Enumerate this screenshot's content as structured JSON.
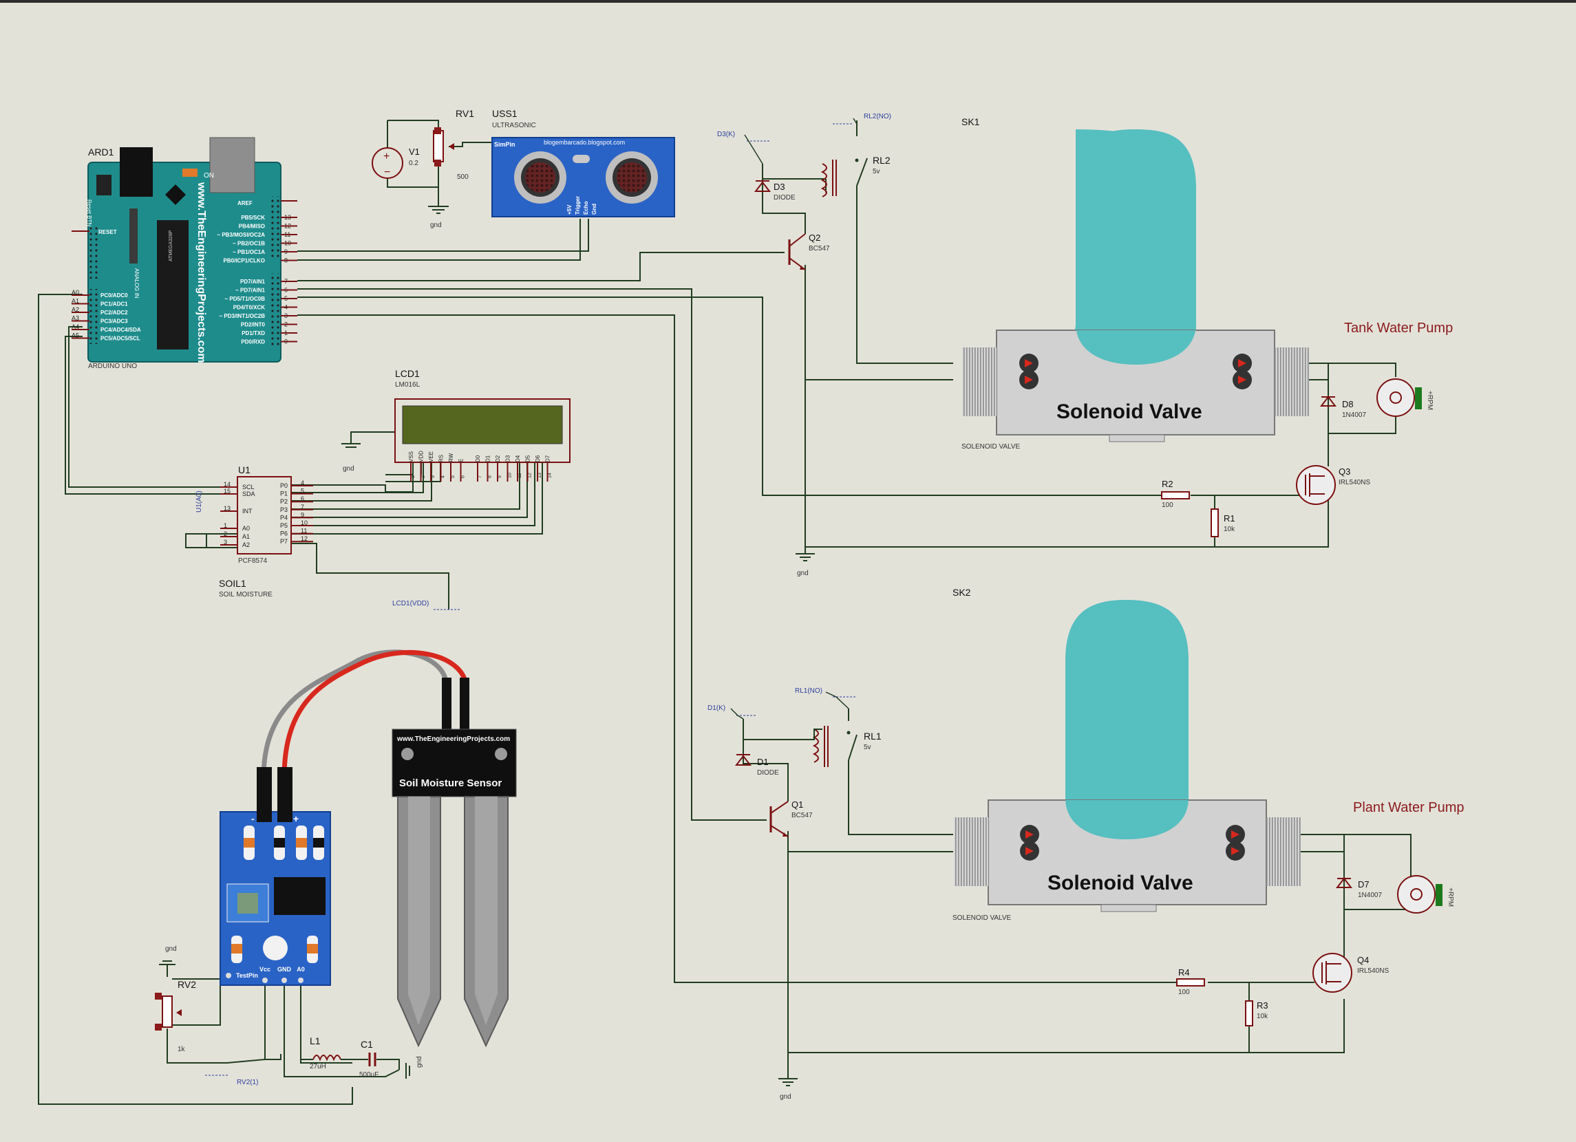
{
  "components": {
    "ard1": {
      "ref": "ARD1",
      "sub": "ARDUINO UNO",
      "brand": "www.TheEngineeringProjects.com",
      "chip": "ATMEGA328P",
      "analog": "ANALOG IN",
      "on": "ON",
      "reset_btn": "Reset BTN",
      "aref": "AREF",
      "reset": "RESET",
      "right_pins_b": [
        "PB5/SCK",
        "PB4/MISO",
        "~ PB3/MOSI/OC2A",
        "~ PB2/OC1B",
        "~ PB1/OC1A",
        "PB0/ICP1/CLKO"
      ],
      "right_nums_b": [
        "13",
        "12",
        "11",
        "10",
        "9",
        "8"
      ],
      "right_pins_d": [
        "PD7/AIN1",
        "~ PD7/AIN1",
        "~ PD5/T1/OC0B",
        "PD4/T0/XCK",
        "~ PD3/INT1/OC2B",
        "PD2/INT0",
        "PD1/TXD",
        "PD0/RXD"
      ],
      "right_nums_d": [
        "7",
        "6",
        "5",
        "4",
        "3",
        "2",
        "1",
        "0"
      ],
      "left_pins": [
        "PC0/ADC0",
        "PC1/ADC1",
        "PC2/ADC2",
        "PC3/ADC3",
        "PC4/ADC4/SDA",
        "PC5/ADC5/SCL"
      ],
      "left_nums": [
        "A0",
        "A1",
        "A2",
        "A3",
        "A4",
        "A5"
      ]
    },
    "rv1": {
      "ref": "RV1",
      "value": "500"
    },
    "v1": {
      "ref": "V1",
      "value": "0.2"
    },
    "uss1": {
      "ref": "USS1",
      "sub": "ULTRASONIC",
      "site": "blogembarcado.blogspot.com",
      "simpin": "SimPin",
      "pins": [
        "+5V",
        "Trigger",
        "Echo",
        "Gnd"
      ]
    },
    "gnd": "gnd",
    "lcd1": {
      "ref": "LCD1",
      "sub": "LM016L",
      "pins": [
        "VSS",
        "VDD",
        "VEE",
        "RS",
        "RW",
        "E",
        "D0",
        "D1",
        "D2",
        "D3",
        "D4",
        "D5",
        "D6",
        "D7"
      ],
      "nums": [
        "1",
        "2",
        "3",
        "4",
        "5",
        "6",
        "7",
        "8",
        "9",
        "10",
        "11",
        "12",
        "13",
        "14"
      ]
    },
    "u1": {
      "ref": "U1",
      "sub": "PCF8574",
      "left": [
        "SCL",
        "SDA",
        "INT",
        "A0",
        "A1",
        "A2"
      ],
      "left_nums": [
        "14",
        "15",
        "13",
        "1",
        "2",
        "3"
      ],
      "right": [
        "P0",
        "P1",
        "P2",
        "P3",
        "P4",
        "P5",
        "P6",
        "P7"
      ],
      "right_nums": [
        "4",
        "5",
        "6",
        "7",
        "9",
        "10",
        "11",
        "12"
      ],
      "term": "U1(A0)"
    },
    "soil1": {
      "ref": "SOIL1",
      "sub": "SOIL MOISTURE",
      "brand": "www.TheEngineeringProjects.com",
      "title": "Soil Moisture Sensor",
      "testpin": "TestPin",
      "pins": [
        "Vcc",
        "GND",
        "A0"
      ],
      "minus": "-",
      "plus": "+"
    },
    "lcd_vdd": "LCD1(VDD)",
    "rv2": {
      "ref": "RV2",
      "value": "1k",
      "term": "RV2(1)"
    },
    "l1": {
      "ref": "L1",
      "value": "27uH"
    },
    "c1": {
      "ref": "C1",
      "value": "500uF"
    },
    "sk1": {
      "ref": "SK1",
      "valve": "Solenoid Valve",
      "sub": "SOLENOID VALVE"
    },
    "sk2": {
      "ref": "SK2",
      "valve": "Solenoid Valve",
      "sub": "SOLENOID VALVE"
    },
    "d3": {
      "ref": "D3",
      "value": "DIODE",
      "term": "D3(K)"
    },
    "rl2": {
      "ref": "RL2",
      "value": "5v",
      "term": "RL2(NO)"
    },
    "q2": {
      "ref": "Q2",
      "value": "BC547"
    },
    "d1": {
      "ref": "D1",
      "value": "DIODE",
      "term": "D1(K)"
    },
    "rl1": {
      "ref": "RL1",
      "value": "5v",
      "term": "RL1(NO)"
    },
    "q1": {
      "ref": "Q1",
      "value": "BC547"
    },
    "tank_pump": "Tank Water Pump",
    "plant_pump": "Plant Water Pump",
    "d8": {
      "ref": "D8",
      "value": "1N4007"
    },
    "d7": {
      "ref": "D7",
      "value": "1N4007"
    },
    "q3": {
      "ref": "Q3",
      "value": "IRL540NS"
    },
    "q4": {
      "ref": "Q4",
      "value": "IRL540NS"
    },
    "r1": {
      "ref": "R1",
      "value": "10k"
    },
    "r2": {
      "ref": "R2",
      "value": "100"
    },
    "r3": {
      "ref": "R3",
      "value": "10k"
    },
    "r4": {
      "ref": "R4",
      "value": "100"
    },
    "motor_rpm": "+RPM"
  },
  "colors": {
    "background": "#e3e2d9",
    "arduino": "#1f8c8c",
    "tank": "#56bfc0",
    "sensor_board": "#2a63c6",
    "wire": "#1f3d1f",
    "component": "#7a1010",
    "pump_label": "#8b1a1a",
    "terminal": "#2b3f9a"
  }
}
